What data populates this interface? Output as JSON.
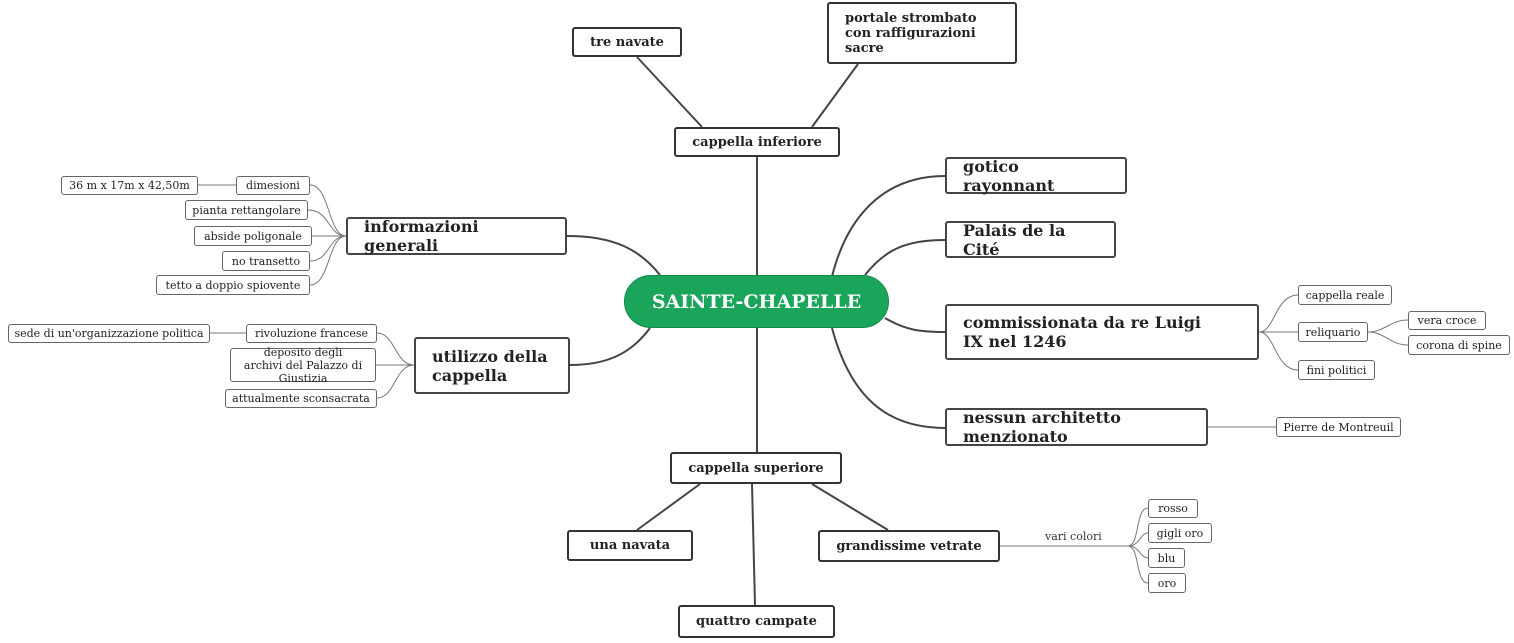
{
  "central": "SAINTE-CHAPELLE",
  "cappella_inferiore": {
    "label": "cappella inferiore",
    "children": [
      "tre navate",
      "portale strombato con raffigurazioni sacre"
    ]
  },
  "cappella_superiore": {
    "label": "cappella superiore",
    "children": [
      "una navata",
      "quattro campate",
      "grandissime vetrate"
    ],
    "vetrate": {
      "connector_label": "vari colori",
      "colors": [
        "rosso",
        "gigli oro",
        "blu",
        "oro"
      ]
    }
  },
  "informazioni_generali": {
    "label": "informazioni generali",
    "items": [
      "dimesioni",
      "pianta rettangolare",
      "abside poligonale",
      "no transetto",
      "tetto a doppio spiovente"
    ],
    "dimensions_value": "36 m x 17m x 42,50m"
  },
  "utilizzo": {
    "label": "utilizzo della cappella",
    "items": [
      "rivoluzione francese",
      "deposito degli archivi del Palazzo di Giustizia",
      "attualmente sconsacrata"
    ],
    "rivoluzione_detail": "sede di un'organizzazione politica"
  },
  "right_topics": {
    "gotico": "gotico rayonnant",
    "palais": "Palais de la Cité",
    "commissionata": "commissionata da re Luigi IX nel 1246",
    "commissionata_children": [
      "cappella reale",
      "reliquario",
      "fini politici"
    ],
    "reliquario_children": [
      "vera croce",
      "corona di spine"
    ],
    "architetto": "nessun architetto menzionato",
    "architetto_child": "Pierre de Montreuil"
  }
}
